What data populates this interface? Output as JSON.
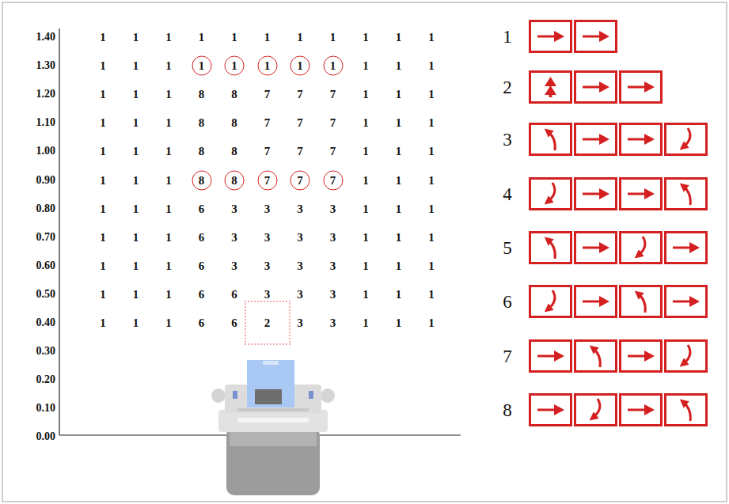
{
  "diagram": {
    "nodes": [
      {
        "text": [
          "1"
        ]
      },
      {
        "text": [
          "1"
        ]
      },
      {
        "text": [
          "1"
        ]
      },
      {
        "text": [
          "1"
        ]
      },
      {
        "text": [
          "1"
        ]
      },
      {
        "text": [
          "8"
        ]
      },
      {
        "text": [
          "8"
        ]
      },
      {
        "text": [
          "7"
        ]
      },
      {
        "text": [
          "7"
        ]
      },
      {
        "text": [
          "7"
        ]
      },
      {
        "text": [
          "2"
        ]
      }
    ],
    "labels": [
      "1.40",
      "1.30",
      "1.20",
      "1.10",
      "1.00",
      "0.90",
      "0.80",
      "0.70",
      "0.60",
      "0.50",
      "0.40",
      "0.30",
      "0.20",
      "0.10",
      "0.00",
      "1",
      "1",
      "1",
      "1",
      "1",
      "1",
      "1",
      "1",
      "1",
      "1",
      "1",
      "1",
      "1",
      "1",
      "1",
      "1",
      "1",
      "1",
      "1",
      "1",
      "8",
      "8",
      "7",
      "7",
      "7",
      "1",
      "1",
      "1",
      "1",
      "1",
      "1",
      "8",
      "8",
      "7",
      "7",
      "7",
      "1",
      "1",
      "1",
      "1",
      "1",
      "1",
      "8",
      "8",
      "7",
      "7",
      "7",
      "1",
      "1",
      "1",
      "1",
      "1",
      "1",
      "1",
      "1",
      "1",
      "1",
      "1",
      "1",
      "6",
      "3",
      "3",
      "3",
      "3",
      "1",
      "1",
      "1",
      "1",
      "1",
      "1",
      "6",
      "3",
      "3",
      "3",
      "3",
      "1",
      "1",
      "1",
      "1",
      "1",
      "1",
      "6",
      "3",
      "3",
      "3",
      "3",
      "1",
      "1",
      "1",
      "1",
      "1",
      "1",
      "6",
      "6",
      "3",
      "3",
      "3",
      "1",
      "1",
      "1",
      "1",
      "1",
      "1",
      "6",
      "6",
      "3",
      "3",
      "1",
      "1",
      "1",
      "1",
      "2",
      "3",
      "4",
      "5",
      "6",
      "7",
      "8"
    ]
  }
}
